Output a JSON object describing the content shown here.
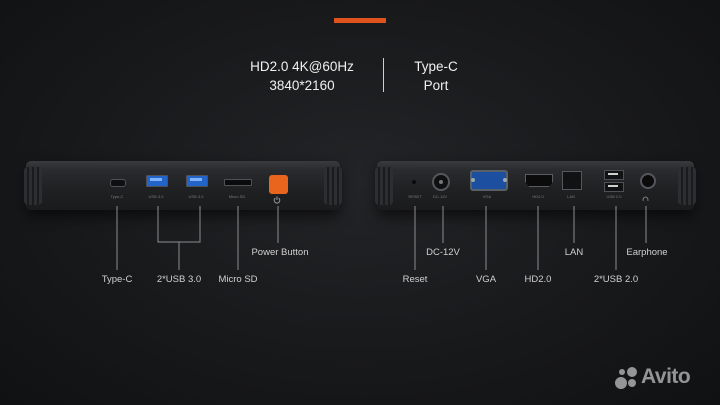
{
  "accent_color": "#e0531d",
  "header": {
    "left_line1": "HD2.0 4K@60Hz",
    "left_line2": "3840*2160",
    "right_line1": "Type-C",
    "right_line2": "Port"
  },
  "left_device": {
    "port_labels": [
      "Type-C",
      "USB 3.0",
      "USB 3.0",
      "Micro SD"
    ],
    "callouts": {
      "typec": "Type-C",
      "usb3": "2*USB 3.0",
      "microsd": "Micro SD",
      "power": "Power Button"
    }
  },
  "right_device": {
    "port_labels": [
      "RESET",
      "DC-12V",
      "VGA",
      "HD2.0",
      "LAN",
      "USB 2.0"
    ],
    "callouts": {
      "reset": "Reset",
      "dc": "DC-12V",
      "vga": "VGA",
      "hd": "HD2.0",
      "lan": "LAN",
      "usb2": "2*USB 2.0",
      "earphone": "Earphone"
    }
  },
  "watermark": {
    "brand": "Avito",
    "icon": "avito-dots-icon"
  }
}
